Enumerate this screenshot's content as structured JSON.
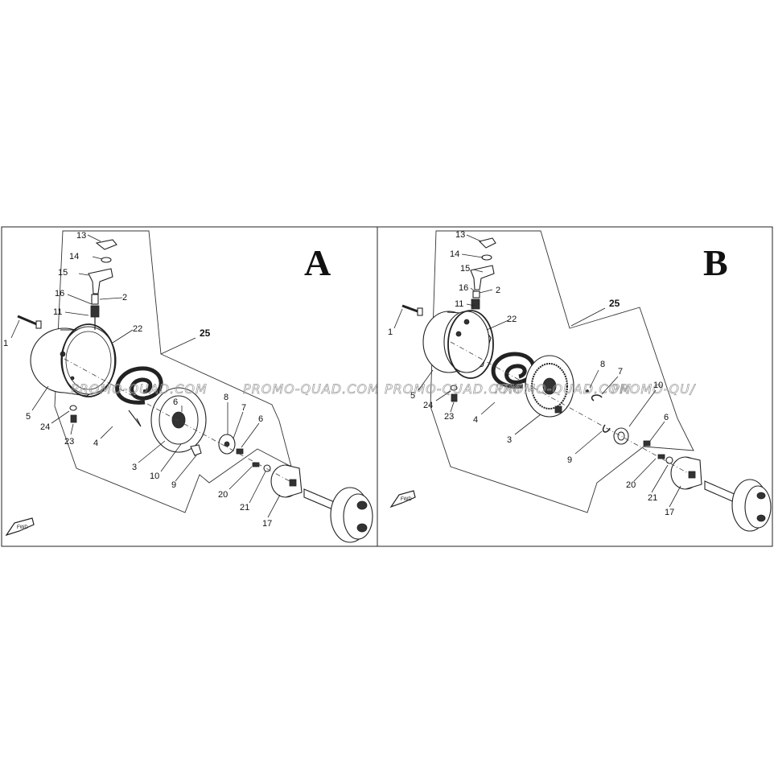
{
  "panels": [
    {
      "id": "A",
      "letter": "A",
      "watermark": "PROMO-QUAD.COM",
      "watermark2": "PROMO-QUAD.COM",
      "fwd": "FWD",
      "labels": [
        "1",
        "2",
        "3",
        "4",
        "5",
        "6",
        "7",
        "8",
        "9",
        "10",
        "11",
        "13",
        "14",
        "15",
        "16",
        "17",
        "20",
        "21",
        "22",
        "23",
        "24",
        "25"
      ]
    },
    {
      "id": "B",
      "letter": "B",
      "watermark": "PROMO-QUAD.COM",
      "watermark2": "PROMO-QUAD.COM",
      "watermark3": "PROMO-QU/",
      "fwd": "FWD",
      "labels": [
        "1",
        "2",
        "3",
        "4",
        "5",
        "6",
        "7",
        "8",
        "9",
        "10",
        "11",
        "13",
        "14",
        "15",
        "16",
        "17",
        "20",
        "21",
        "22",
        "23",
        "24",
        "25"
      ]
    }
  ]
}
